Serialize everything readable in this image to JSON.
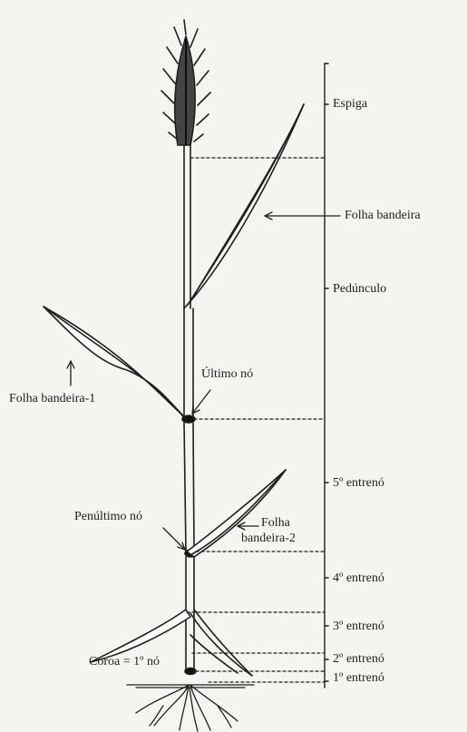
{
  "labels": {
    "espiga": "Espiga",
    "folha_bandeira": "Folha bandeira",
    "pedunculo": "Pedúnculo",
    "ultimo_no": "Último nó",
    "folha_bandeira_1": "Folha bandeira-1",
    "entreno_5": "5º entrenó",
    "penultimo_no": "Penúltimo nó",
    "folha_bandeira_2_line1": "Folha",
    "folha_bandeira_2_line2": "bandeira-2",
    "entreno_4": "4º entrenó",
    "entreno_3": "3º entrenó",
    "entreno_2": "2º entrenó",
    "coroa": "Coroa = 1º nó",
    "entreno_1": "1º entrenó"
  },
  "colors": {
    "ink": "#1f1f1f",
    "background": "#f4f4f1"
  }
}
